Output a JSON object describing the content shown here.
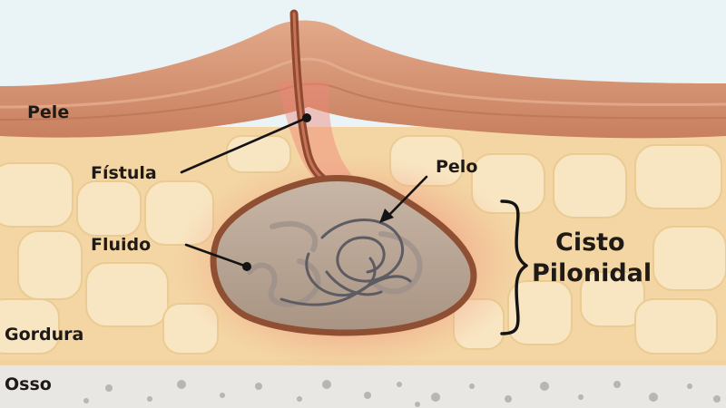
{
  "diagram": {
    "labels": {
      "skin": "Pele",
      "fistula": "Fístula",
      "hair": "Pelo",
      "fluid": "Fluido",
      "fat": "Gordura",
      "bone": "Osso",
      "cyst_line1": "Cisto",
      "cyst_line2": "Pilonidal"
    },
    "colors": {
      "sky": "#eaf4f7",
      "skin_outer": "#d89878",
      "skin_inner": "#c97f5d",
      "fat_base": "#f3d6a3",
      "fat_cell": "#f8e6c2",
      "bone": "#e9e7e4",
      "bone_speckle": "#b9b5b0",
      "inflammation": "#ef7a6c",
      "cyst_wall": "#9b5b3d",
      "cyst_fill": "#b9a493",
      "hair": "#5d5c63",
      "text": "#1f1a16"
    }
  }
}
